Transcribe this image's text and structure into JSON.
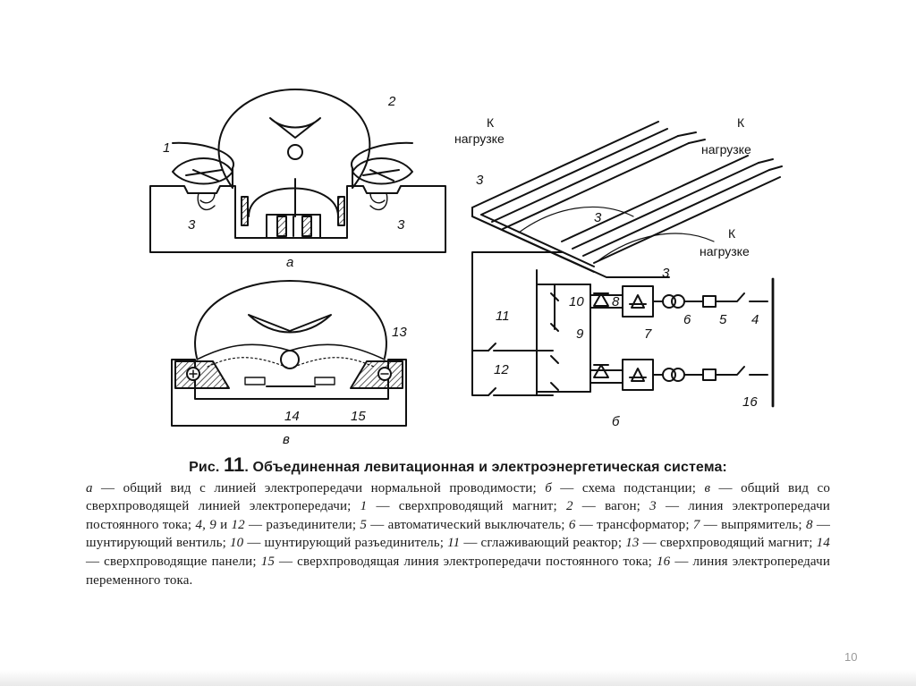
{
  "figure": {
    "labels": {
      "magnet_a_left": "1",
      "wagon_a": "2",
      "line_a_left": "3",
      "line_a_right": "3",
      "caption_a": "а",
      "supermagnet": "13",
      "panels": "14",
      "superline": "15",
      "caption_v": "в",
      "load_1": "К",
      "load_1b": "нагрузке",
      "load_2": "К",
      "load_2b": "нагрузке",
      "load_3": "К",
      "load_3b": "нагрузке",
      "line_b_1": "3",
      "line_b_2": "3",
      "line_b_3": "3",
      "disconnector_10": "10",
      "valve_8": "8",
      "rectifier_7": "7",
      "transformer_6": "6",
      "breaker_5": "5",
      "disconnector_4": "4",
      "reactor_11": "11",
      "disconnector_9": "9",
      "disconnector_12": "12",
      "ac_line_16": "16",
      "caption_b": "б"
    }
  },
  "caption": {
    "prefix": "Рис.",
    "number": "11",
    "title": ". Объединенная левитационная и электроэнергетическая система:",
    "segments": [
      {
        "i": "а"
      },
      {
        "t": " — общий вид с линией электропередачи нормальной проводимости; "
      },
      {
        "i": "б"
      },
      {
        "t": " — схема подстанции; "
      },
      {
        "i": "в"
      },
      {
        "t": " — общий вид со сверхпроводящей линией электропередачи; "
      },
      {
        "i": "1"
      },
      {
        "t": " — сверхпроводящий магнит; "
      },
      {
        "i": "2"
      },
      {
        "t": " — вагон; "
      },
      {
        "i": "3"
      },
      {
        "t": " — линия электропередачи постоянного тока; "
      },
      {
        "i": "4, 9"
      },
      {
        "t": " и "
      },
      {
        "i": "12"
      },
      {
        "t": " — разъединители; "
      },
      {
        "i": "5"
      },
      {
        "t": " — автоматический выключатель; "
      },
      {
        "i": "6"
      },
      {
        "t": " — трансформатор; "
      },
      {
        "i": "7"
      },
      {
        "t": " — выпрямитель; "
      },
      {
        "i": "8"
      },
      {
        "t": " — шунтирующий вентиль; "
      },
      {
        "i": "10"
      },
      {
        "t": " — шунтирующий разъединитель; "
      },
      {
        "i": "11"
      },
      {
        "t": " — сглаживающий реактор; "
      },
      {
        "i": "13"
      },
      {
        "t": " — сверхпроводящий магнит; "
      },
      {
        "i": "14"
      },
      {
        "t": " — сверхпроводящие панели; "
      },
      {
        "i": "15"
      },
      {
        "t": " — сверхпроводящая линия электропередачи постоянного тока; "
      },
      {
        "i": "16"
      },
      {
        "t": " — линия электропередачи переменного тока."
      }
    ]
  },
  "page_number": "10"
}
